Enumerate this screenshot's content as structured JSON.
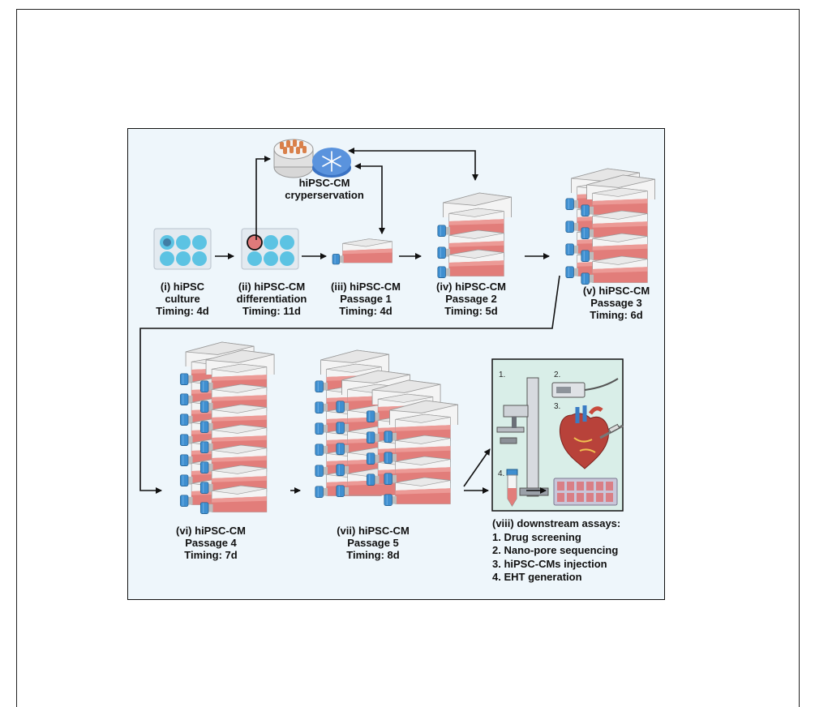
{
  "colors": {
    "panel_bg": "#eef6fb",
    "flask_medium": "#e27d7a",
    "cap": "#3f8fd0",
    "well": "#5cc3e3",
    "assay_box": "#d9eee8"
  },
  "cryo": {
    "line1": "hiPSC-CM",
    "line2": "cryperservation"
  },
  "steps": [
    {
      "name": "(i) hiPSC",
      "sub": "culture",
      "timing": "Timing: 4d"
    },
    {
      "name": "(ii) hiPSC-CM",
      "sub": "differentiation",
      "timing": "Timing: 11d"
    },
    {
      "name": "(iii) hiPSC-CM",
      "sub": "Passage 1",
      "timing": "Timing: 4d"
    },
    {
      "name": "(iv) hiPSC-CM",
      "sub": "Passage 2",
      "timing": "Timing: 5d"
    },
    {
      "name": "(v) hiPSC-CM",
      "sub": "Passage 3",
      "timing": "Timing: 6d"
    },
    {
      "name": "(vi) hiPSC-CM",
      "sub": "Passage 4",
      "timing": "Timing: 7d"
    },
    {
      "name": "(vii) hiPSC-CM",
      "sub": "Passage 5",
      "timing": "Timing: 8d"
    }
  ],
  "assays": {
    "title": "(viii) downstream assays:",
    "items": [
      "1. Drug screening",
      "2. Nano-pore sequencing",
      "3. hiPSC-CMs injection",
      "4. EHT generation"
    ],
    "markers": [
      "1.",
      "2.",
      "3.",
      "4."
    ]
  },
  "icons": {
    "plate": "six-well-plate-icon",
    "flask": "culture-flask-icon",
    "cryo": "cryo-storage-icon",
    "heart": "heart-icon",
    "tube": "conical-tube-icon"
  }
}
